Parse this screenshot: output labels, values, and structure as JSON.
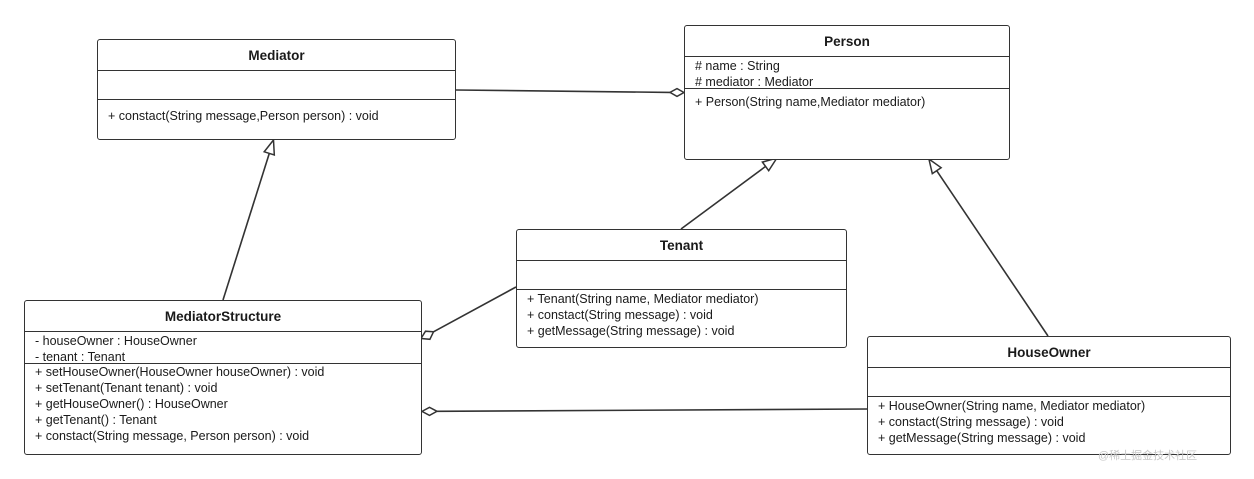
{
  "classes": {
    "mediator": {
      "name": "Mediator",
      "attributes": [],
      "operations": [
        "+ constact(String message,Person person) : void"
      ]
    },
    "person": {
      "name": "Person",
      "attributes": [
        "# name : String",
        "# mediator : Mediator"
      ],
      "operations": [
        "+ Person(String name,Mediator mediator)"
      ]
    },
    "tenant": {
      "name": "Tenant",
      "attributes": [],
      "operations": [
        "+ Tenant(String name, Mediator mediator)",
        "+ constact(String message) : void",
        "+ getMessage(String message) : void"
      ]
    },
    "mediator_structure": {
      "name": "MediatorStructure",
      "attributes": [
        "- houseOwner : HouseOwner",
        "- tenant : Tenant"
      ],
      "operations": [
        "+ setHouseOwner(HouseOwner houseOwner) : void",
        "+ setTenant(Tenant tenant) : void",
        "+ getHouseOwner() : HouseOwner",
        "+ getTenant() : Tenant",
        "+ constact(String message, Person person) : void"
      ]
    },
    "house_owner": {
      "name": "HouseOwner",
      "attributes": [],
      "operations": [
        "+ HouseOwner(String name, Mediator mediator)",
        "+ constact(String message) : void",
        "+ getMessage(String message) : void"
      ]
    }
  },
  "relations": [
    {
      "type": "aggregation",
      "whole": "Person",
      "part": "Mediator"
    },
    {
      "type": "generalization",
      "child": "MediatorStructure",
      "parent": "Mediator"
    },
    {
      "type": "generalization",
      "child": "Tenant",
      "parent": "Person"
    },
    {
      "type": "generalization",
      "child": "HouseOwner",
      "parent": "Person"
    },
    {
      "type": "aggregation",
      "whole": "MediatorStructure",
      "part": "Tenant"
    },
    {
      "type": "aggregation",
      "whole": "MediatorStructure",
      "part": "HouseOwner"
    }
  ],
  "watermark": "@稀土掘金技术社区",
  "colors": {
    "stroke": "#333333",
    "background": "#ffffff",
    "watermark": "#c8c8c8"
  }
}
